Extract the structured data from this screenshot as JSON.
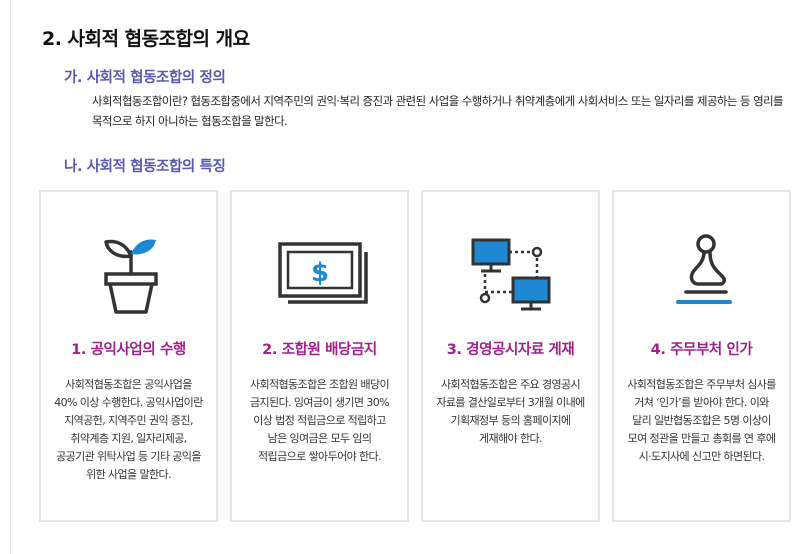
{
  "section_title": "2. 사회적 협동조합의 개요",
  "definition": {
    "heading": "가. 사회적 협동조합의 정의",
    "text": "사회적협동조합이란? 협동조합중에서 지역주민의 권익·복리 증진과 관련된 사업을 수행하거나 취약계층에게 사회서비스 또는 일자리를 제공하는 등 영리를 목적으로 하지 아니하는 협동조합을 말한다."
  },
  "features": {
    "heading": "나. 사회적 협동조합의 특징",
    "cards": [
      {
        "icon": "plant-pot-icon",
        "title": "1. 공익사업의 수행",
        "desc": "사회적협동조합은 공익사업을 40% 이상 수행한다. 공익사업이란 지역공헌, 지역주민 권익 증진, 취약계층 지원, 일자리제공, 공공기관 위탁사업 등 기타 공익을 위한 사업을 말한다."
      },
      {
        "icon": "money-bill-icon",
        "title": "2. 조합원 배당금지",
        "desc": "사회적협동조합은 조합원 배당이 금지된다. 잉여금이 생기면 30% 이상 법정 적립금으로 적립하고 남은 잉여금은 모두 임의 적립금으로 쌓아두어야 한다."
      },
      {
        "icon": "network-computers-icon",
        "title": "3. 경영공시자료 게재",
        "desc": "사회적협동조합은 주요 경영공시 자료를 결산일로부터 3개월 이내에 기획재정부 등의 홈페이지에 게재해야 한다."
      },
      {
        "icon": "stamp-icon",
        "title": "4. 주무부처 인가",
        "desc": "사회적협동조합은 주무부처 심사를 거쳐 ‘인가’를 받아야 한다. 이와 달리 일반협동조합은 5명 이상이 모여 정관을 만들고 총회를 연 후에 시·도지사에 신고만 하면된다."
      }
    ]
  },
  "colors": {
    "heading": "#5a59b0",
    "card_title": "#a01f8a",
    "icon_dark": "#333333",
    "icon_blue": "#1e88d2"
  }
}
